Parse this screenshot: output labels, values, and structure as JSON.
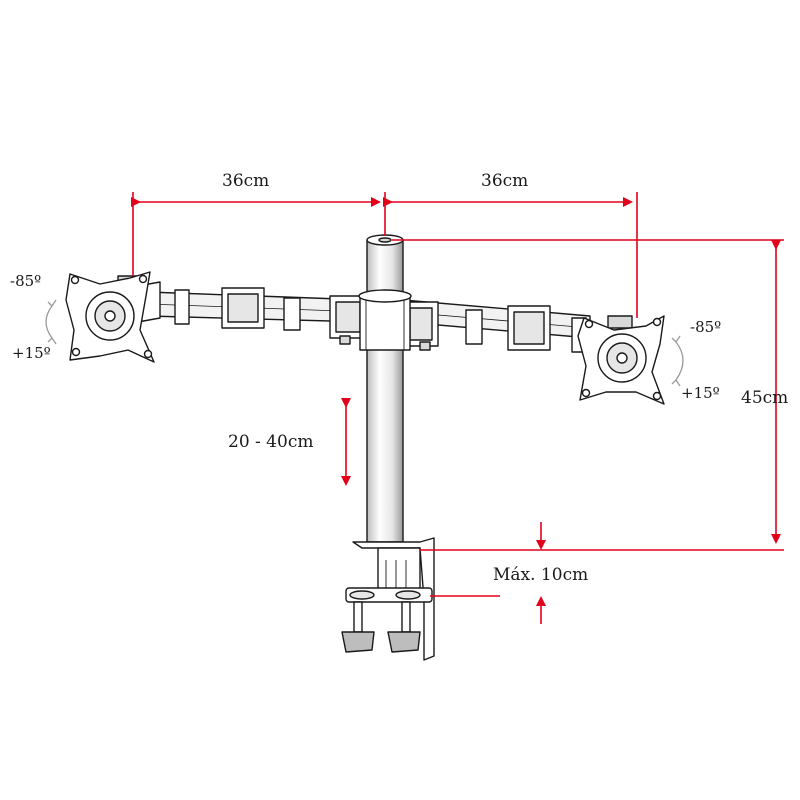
{
  "labels": {
    "width_left": "36cm",
    "width_right": "36cm",
    "height_total": "45cm",
    "height_adjust": "20 - 40cm",
    "clamp_max": "Máx. 10cm",
    "left_tilt_up": "-85º",
    "left_tilt_down": "+15º",
    "right_tilt_up": "-85º",
    "right_tilt_down": "+15º"
  },
  "colors": {
    "dimension": "#e2001a",
    "outline": "#1a1a1a",
    "fill_light": "#ffffff",
    "fill_shade": "#d8d8d8"
  }
}
